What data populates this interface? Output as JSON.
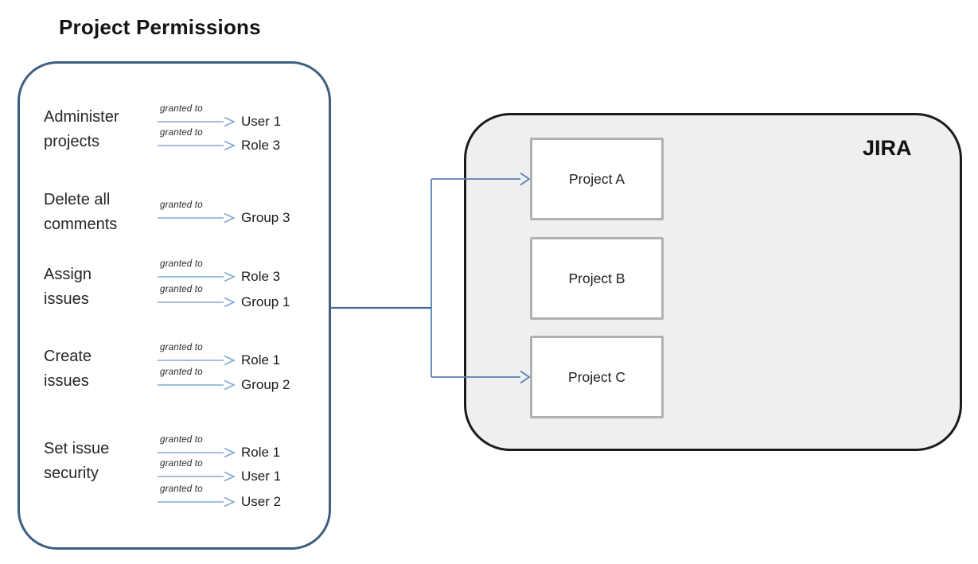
{
  "diagram": {
    "title": "Project Permissions",
    "labels": {
      "granted_to": "granted to"
    },
    "permissions_panel": {
      "permissions": [
        {
          "name": "Administer\nprojects",
          "granted_to": [
            "User 1",
            "Role 3"
          ]
        },
        {
          "name": "Delete all\ncomments",
          "granted_to": [
            "Group 3"
          ]
        },
        {
          "name": "Assign\nissues",
          "granted_to": [
            "Role 3",
            "Group 1"
          ]
        },
        {
          "name": "Create\nissues",
          "granted_to": [
            "Role 1",
            "Group 2"
          ]
        },
        {
          "name": "Set issue\nsecurity",
          "granted_to": [
            "Role 1",
            "User 1",
            "User 2"
          ]
        }
      ]
    },
    "jira_container": {
      "label": "JIRA",
      "projects": [
        "Project A",
        "Project B",
        "Project C"
      ],
      "connected_projects": [
        "Project A",
        "Project C"
      ]
    },
    "colors": {
      "panel_border": "#3E5E80",
      "jira_border": "#1b1b1b",
      "jira_fill": "#efefef",
      "project_border": "#b1b1b1",
      "grant_arrow": "#84A7D3",
      "connector_main": "#46699B",
      "connector_branch": "#5581B4"
    }
  }
}
